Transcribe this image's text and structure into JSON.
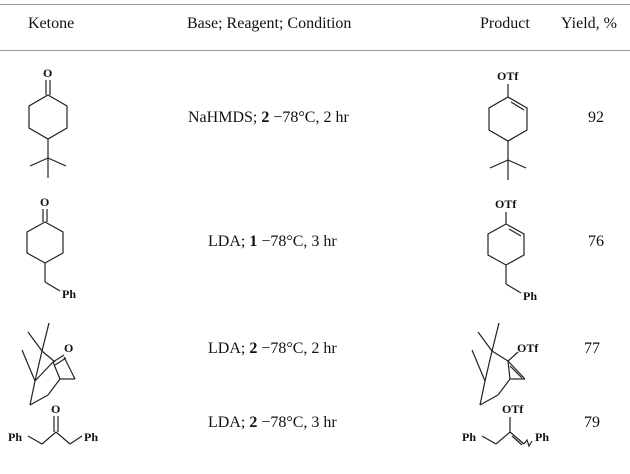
{
  "header": {
    "ketone": "Ketone",
    "conditions": "Base; Reagent; Condition",
    "product": "Product",
    "yield": "Yield, %"
  },
  "rows": [
    {
      "base": "NaHMDS;",
      "reagent": "2",
      "condition": "−78°C, 2 hr",
      "yield": "92"
    },
    {
      "base": "LDA;",
      "reagent": "1",
      "condition": "−78°C, 3 hr",
      "yield": "76"
    },
    {
      "base": "LDA;",
      "reagent": "2",
      "condition": "−78°C, 2 hr",
      "yield": "77"
    },
    {
      "base": "LDA;",
      "reagent": "2",
      "condition": "−78°C, 3 hr",
      "yield": "79"
    }
  ],
  "labels": {
    "oxygen": "O",
    "triflate": "OTf",
    "phenyl": "Ph"
  }
}
